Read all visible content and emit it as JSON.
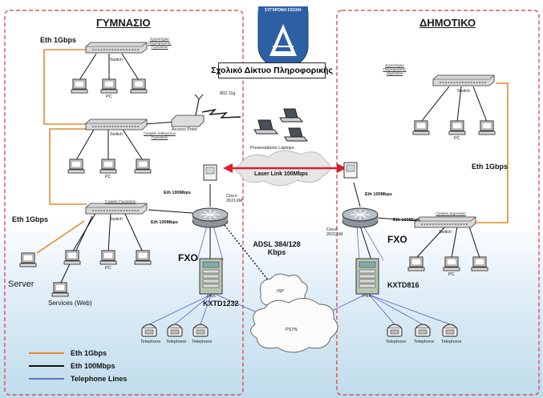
{
  "left_zone": {
    "title": "ΓΥΜΝΑΣΙΟ"
  },
  "right_zone": {
    "title": "ΔΗΜΟΤΙΚΟ"
  },
  "logo": {
    "text": "ΣΥΓΧΡΟΝΗ ΣΧΟΛΗ"
  },
  "banner": {
    "text": "Σχολικό Δίκτυο Πληροφορικής"
  },
  "labels": {
    "eth1g_top_left": "Eth 1Gbps",
    "eth1g_mid_left": "Eth 1Gbps",
    "eth1g_right": "Eth 1Gbps",
    "eth100_left_router": "Eth 100Mbps",
    "eth100_left_switch": "Eth 100Mbps",
    "eth100_right_router": "Eth 100Mbps",
    "eth100_right_switch": "Eth 100Mbps",
    "switch": "Switch",
    "pc": "PC",
    "access_point": "Access Point",
    "wifi": "802.11g",
    "laptops": "Presentations Laptops",
    "laser": "Laser Link 100Mbps",
    "cisco_left": "Cisco 2621XM",
    "cisco_right": "Cisco 2621XM",
    "adsl": "ADSL 384/128 Kbps",
    "fxo_left": "FXO",
    "fxo_right": "FXO",
    "pbx": "PBX",
    "kxtd_left": "KXTD1232",
    "kxtd_right": "KXTD816",
    "isp": "ISP",
    "pstn": "PSTN",
    "telephone": "Telephone",
    "server": "Server",
    "services": "Services (Web)",
    "lab_left": "Εργαστήριο Πληροφορικής Γυμνασίου",
    "teachers_left": "Γραφείο Καθηγητών Γυμνασίου",
    "office_left": "Γραφείο Γυμνασίου",
    "lab_right": "Εργαστήριο Πληροφορικής Δημοτικού",
    "office_right": "Γραφείο Δημοτικού"
  },
  "legend": [
    {
      "label": "Eth 1Gbps",
      "color": "#e38a2e"
    },
    {
      "label": "Eth 100Mbps",
      "color": "#111111"
    },
    {
      "label": "Telephone Lines",
      "color": "#4a4fb8"
    }
  ],
  "colors": {
    "zone_border": "#d9343a",
    "eth1g": "#e38a2e",
    "eth100": "#111111",
    "telephone": "#4a4fb8",
    "laser": "#d9202a"
  }
}
